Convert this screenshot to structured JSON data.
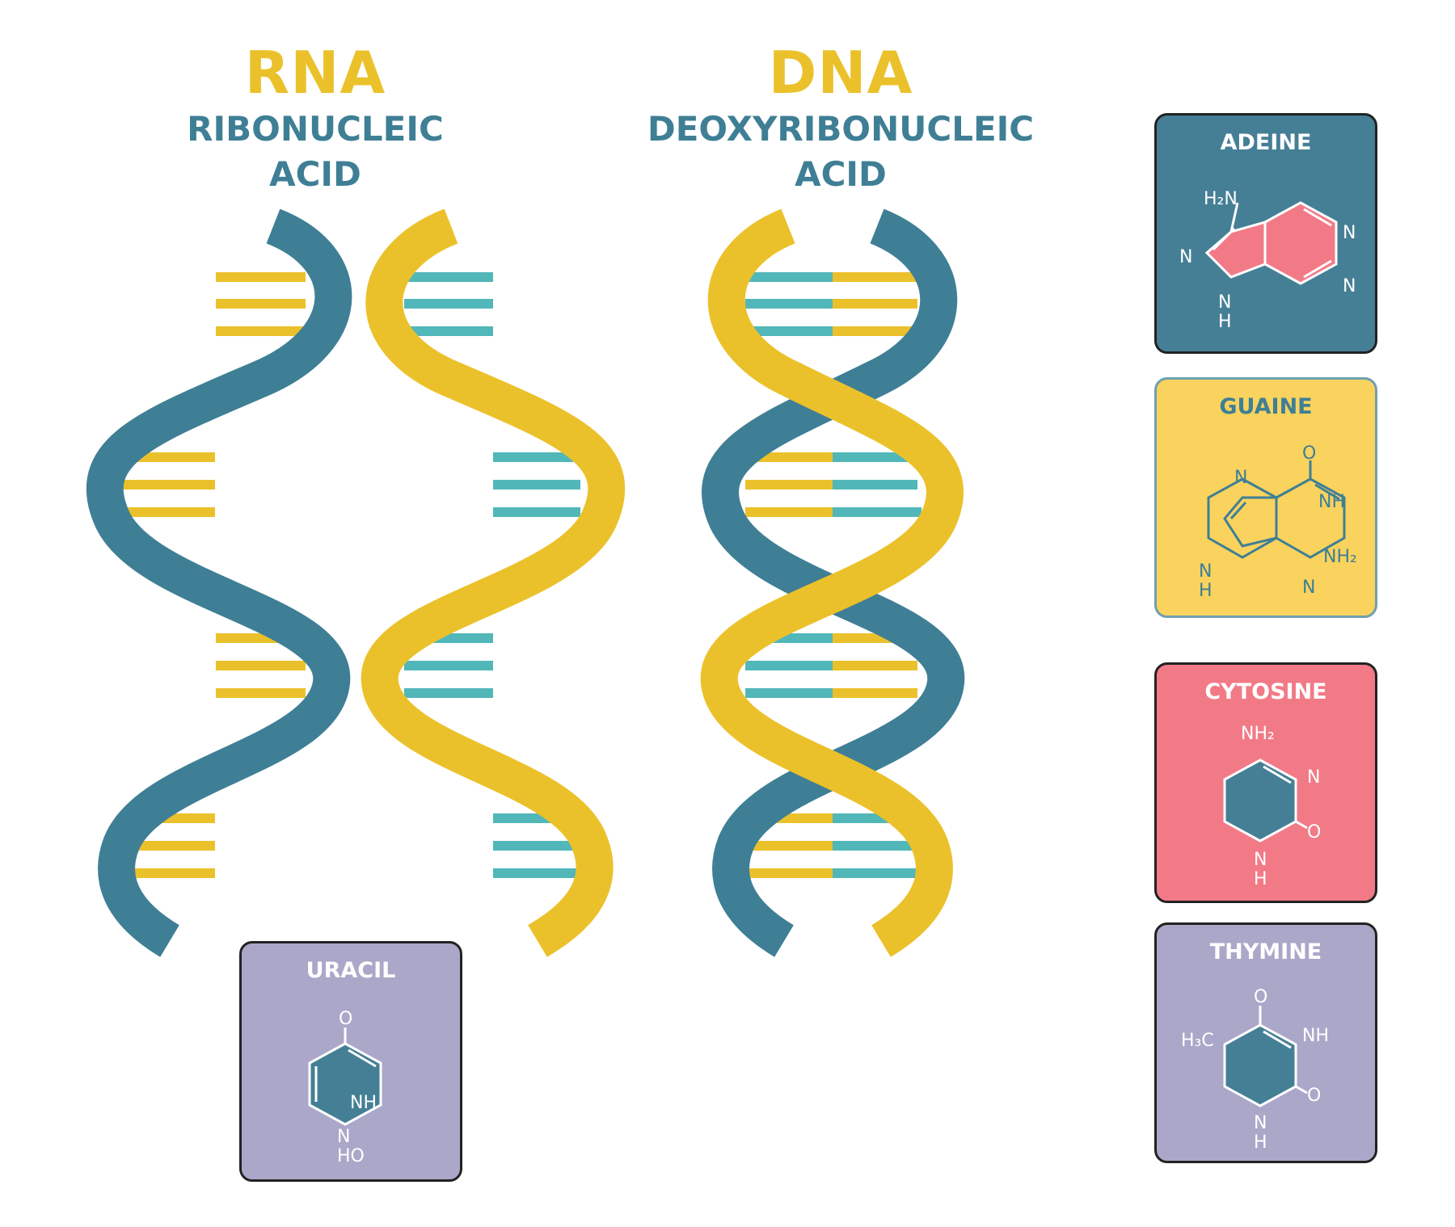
{
  "rna": {
    "title": "RNA",
    "line1": "RIBONUCLEIC",
    "line2": "ACID"
  },
  "dna": {
    "title": "DNA",
    "line1": "DEOXYRIBONUCLEIC",
    "line2": "ACID"
  },
  "bases": {
    "adenine": {
      "name": "ADEINE",
      "color": "#457f96"
    },
    "guanine": {
      "name": "GUAINE",
      "color": "#f9d35e"
    },
    "cytosine": {
      "name": "CYTOSINE",
      "color": "#f27a87"
    },
    "thymine": {
      "name": "THYMINE",
      "color": "#aba7c9"
    },
    "uracil": {
      "name": "URACIL",
      "color": "#aba7c9"
    }
  },
  "labels": {
    "adenine": {
      "h2n": "H₂N",
      "n1": "N",
      "n2": "N",
      "n3": "N",
      "nh_n": "N",
      "nh_h": "H"
    },
    "guanine": {
      "n_top": "N",
      "o": "O",
      "nh": "NH",
      "nh2": "NH₂",
      "n_bot": "N",
      "nh_n": "N",
      "nh_h": "H"
    },
    "cytosine": {
      "nh2": "NH₂",
      "n": "N",
      "o": "O",
      "nh_n": "N",
      "nh_h": "H"
    },
    "thymine": {
      "o_top": "O",
      "h3c": "H₃C",
      "nh": "NH",
      "o": "O",
      "nh_n": "N",
      "nh_h": "H"
    },
    "uracil": {
      "o": "O",
      "nh": "NH",
      "n": "N",
      "ho": "HO"
    }
  },
  "colors": {
    "teal": "#3f7f95",
    "yellow": "#ebc12b",
    "rung_teal": "#52b7b8",
    "rung_yellow": "#ebc12b"
  }
}
